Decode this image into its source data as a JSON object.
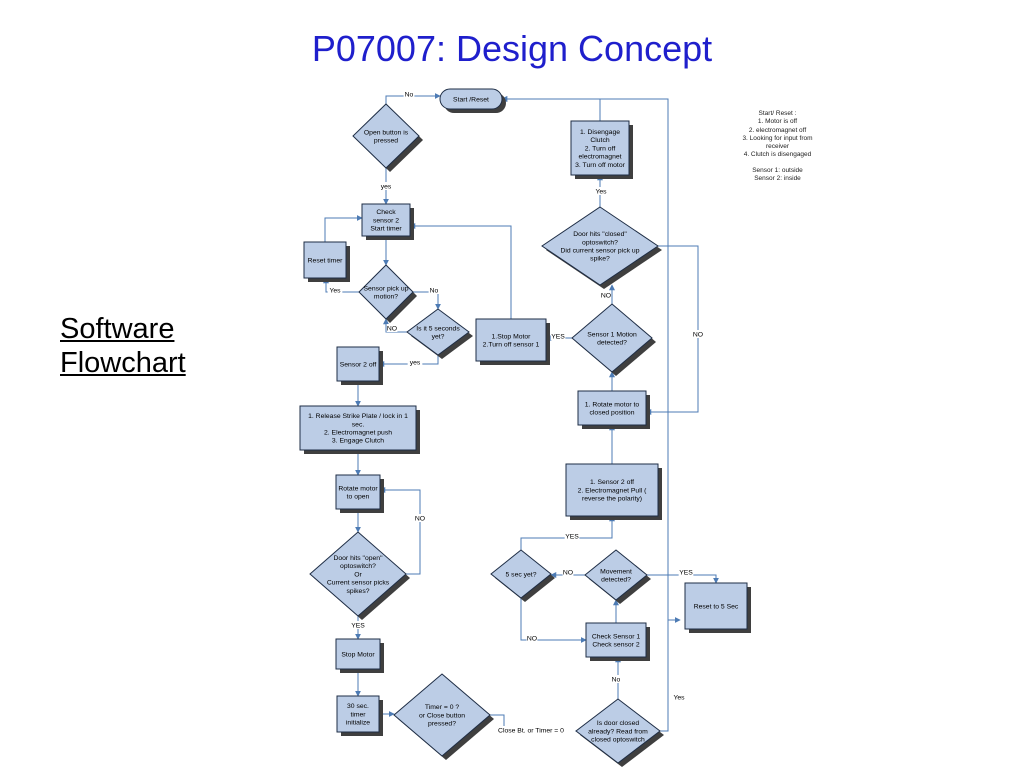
{
  "title": "P07007: Design Concept",
  "side_label": [
    "Software",
    "Flowchart"
  ],
  "notes": {
    "reset_lines": [
      "Start/ Reset :",
      "1. Motor is off",
      "2. electromagnet off",
      "3. Looking for input from",
      "receiver",
      "4. Clutch is disengaged"
    ],
    "sensor_lines": [
      "Sensor 1: outside",
      "Sensor 2: inside"
    ]
  },
  "nodes": {
    "start": {
      "lines": [
        "Start /Reset"
      ]
    },
    "open_button": {
      "lines": [
        "Open button is",
        "pressed"
      ]
    },
    "check_sensor2": {
      "lines": [
        "Check",
        "sensor 2",
        "Start timer"
      ]
    },
    "reset_timer": {
      "lines": [
        "Reset timer"
      ]
    },
    "sensor_motion": {
      "lines": [
        "Sensor pick up",
        "motion?"
      ]
    },
    "is_5_seconds": {
      "lines": [
        "Is it 5 seconds",
        "yet?"
      ]
    },
    "stop_motor_sensor1": {
      "lines": [
        "1.Stop Motor",
        "2.Turn off sensor 1"
      ]
    },
    "sensor2_off": {
      "lines": [
        "Sensor 2 off"
      ]
    },
    "release_strike": {
      "lines": [
        "1. Release Strike Plate / lock in 1",
        "sec.",
        "2. Electromagnet push",
        "3.  Engage Clutch"
      ]
    },
    "rotate_open": {
      "lines": [
        "Rotate motor",
        "to open"
      ]
    },
    "door_open": {
      "lines": [
        "Door hits \"open\"",
        "optoswitch?",
        "Or",
        "Current sensor picks",
        "spikes?"
      ]
    },
    "stop_motor": {
      "lines": [
        "Stop Motor"
      ]
    },
    "timer_init": {
      "lines": [
        "30 sec.",
        "timer",
        "initialize"
      ]
    },
    "timer_zero": {
      "lines": [
        "Timer = 0 ?",
        "or Close button",
        "pressed?"
      ]
    },
    "door_closed_already": {
      "lines": [
        "Is door closed",
        "already? Read from",
        "closed optoswitch"
      ]
    },
    "check_sensors": {
      "lines": [
        "Check Sensor 1",
        "Check sensor 2"
      ]
    },
    "movement": {
      "lines": [
        "Movement",
        "detected?"
      ]
    },
    "five_sec": {
      "lines": [
        "5 sec yet?"
      ]
    },
    "reset_5_sec": {
      "lines": [
        "Reset to 5 Sec"
      ]
    },
    "sensor2_off_pull": {
      "lines": [
        "1. Sensor 2 off",
        "2. Electromagnet Pull (",
        "reverse the polarity)"
      ]
    },
    "rotate_closed": {
      "lines": [
        "1. Rotate motor to",
        "closed position"
      ]
    },
    "sensor1_motion": {
      "lines": [
        "Sensor 1 Motion",
        "detected?"
      ]
    },
    "door_closed_hit": {
      "lines": [
        "Door hits \"closed\"",
        "optoswitch?",
        "Did current sensor pick up",
        "spike?"
      ]
    },
    "disengage": {
      "lines": [
        "1. Disengage",
        "Clutch",
        "2. Turn off",
        "electromagnet",
        "3. Turn off motor"
      ]
    }
  },
  "edge_labels": {
    "no_to_start": "No",
    "yes_open": "yes",
    "yes_reset_timer": "Yes",
    "no_motion": "No",
    "no_5s": "NO",
    "yes_5s": "yes",
    "no_rotate": "NO",
    "yes_door_open": "YES",
    "close_or_timer": "Close Bt. or Timer = 0",
    "no_check": "No",
    "yes_right": "Yes",
    "no_movement": "NO",
    "yes_movement": "YES",
    "no_five_sec": "NO",
    "yes_five_sec": "YES",
    "yes_sensor1": "YES",
    "no_sensor1": "NO",
    "no_closed_hit": "NO",
    "yes_closed_hit": "Yes"
  }
}
